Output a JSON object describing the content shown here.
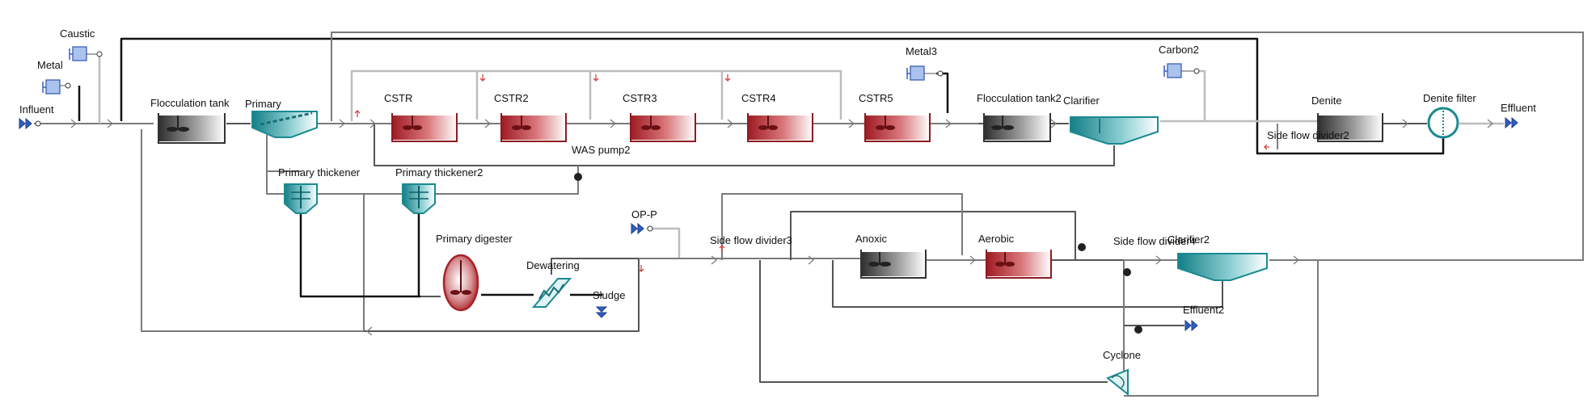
{
  "diagram": {
    "labels": {
      "caustic": "Caustic",
      "metal": "Metal",
      "influent": "Influent",
      "flocculation_tank": "Flocculation tank",
      "primary": "Primary",
      "cstr": "CSTR",
      "cstr2": "CSTR2",
      "cstr3": "CSTR3",
      "cstr4": "CSTR4",
      "cstr5": "CSTR5",
      "metal3": "Metal3",
      "flocculation_tank2": "Flocculation tank2",
      "clarifier": "Clarifier",
      "carbon2": "Carbon2",
      "denite": "Denite",
      "side_flow_divider2": "Side flow divider2",
      "denite_filter": "Denite filter",
      "effluent": "Effluent",
      "was_pump2": "WAS pump2",
      "primary_thickener": "Primary thickener",
      "primary_thickener2": "Primary thickener2",
      "op_p": "OP-P",
      "primary_digester": "Primary digester",
      "side_flow_divider3": "Side flow divider3",
      "anoxic": "Anoxic",
      "aerobic": "Aerobic",
      "side_flow_divider4": "Side flow divider4",
      "clarifier2": "Clarifier2",
      "dewatering": "Dewatering",
      "sludge": "Sludge",
      "effluent2": "Effluent2",
      "cyclone": "Cyclone"
    },
    "colors": {
      "red_tank": "#b3222a",
      "gray_tank": "#555555",
      "teal": "#1a8a91",
      "blue_icon": "#3a5fb5",
      "line_dark": "#111111",
      "line_gray": "#7a7a7a",
      "line_light": "#bdbdbd",
      "arrow_red": "#d94040"
    }
  }
}
